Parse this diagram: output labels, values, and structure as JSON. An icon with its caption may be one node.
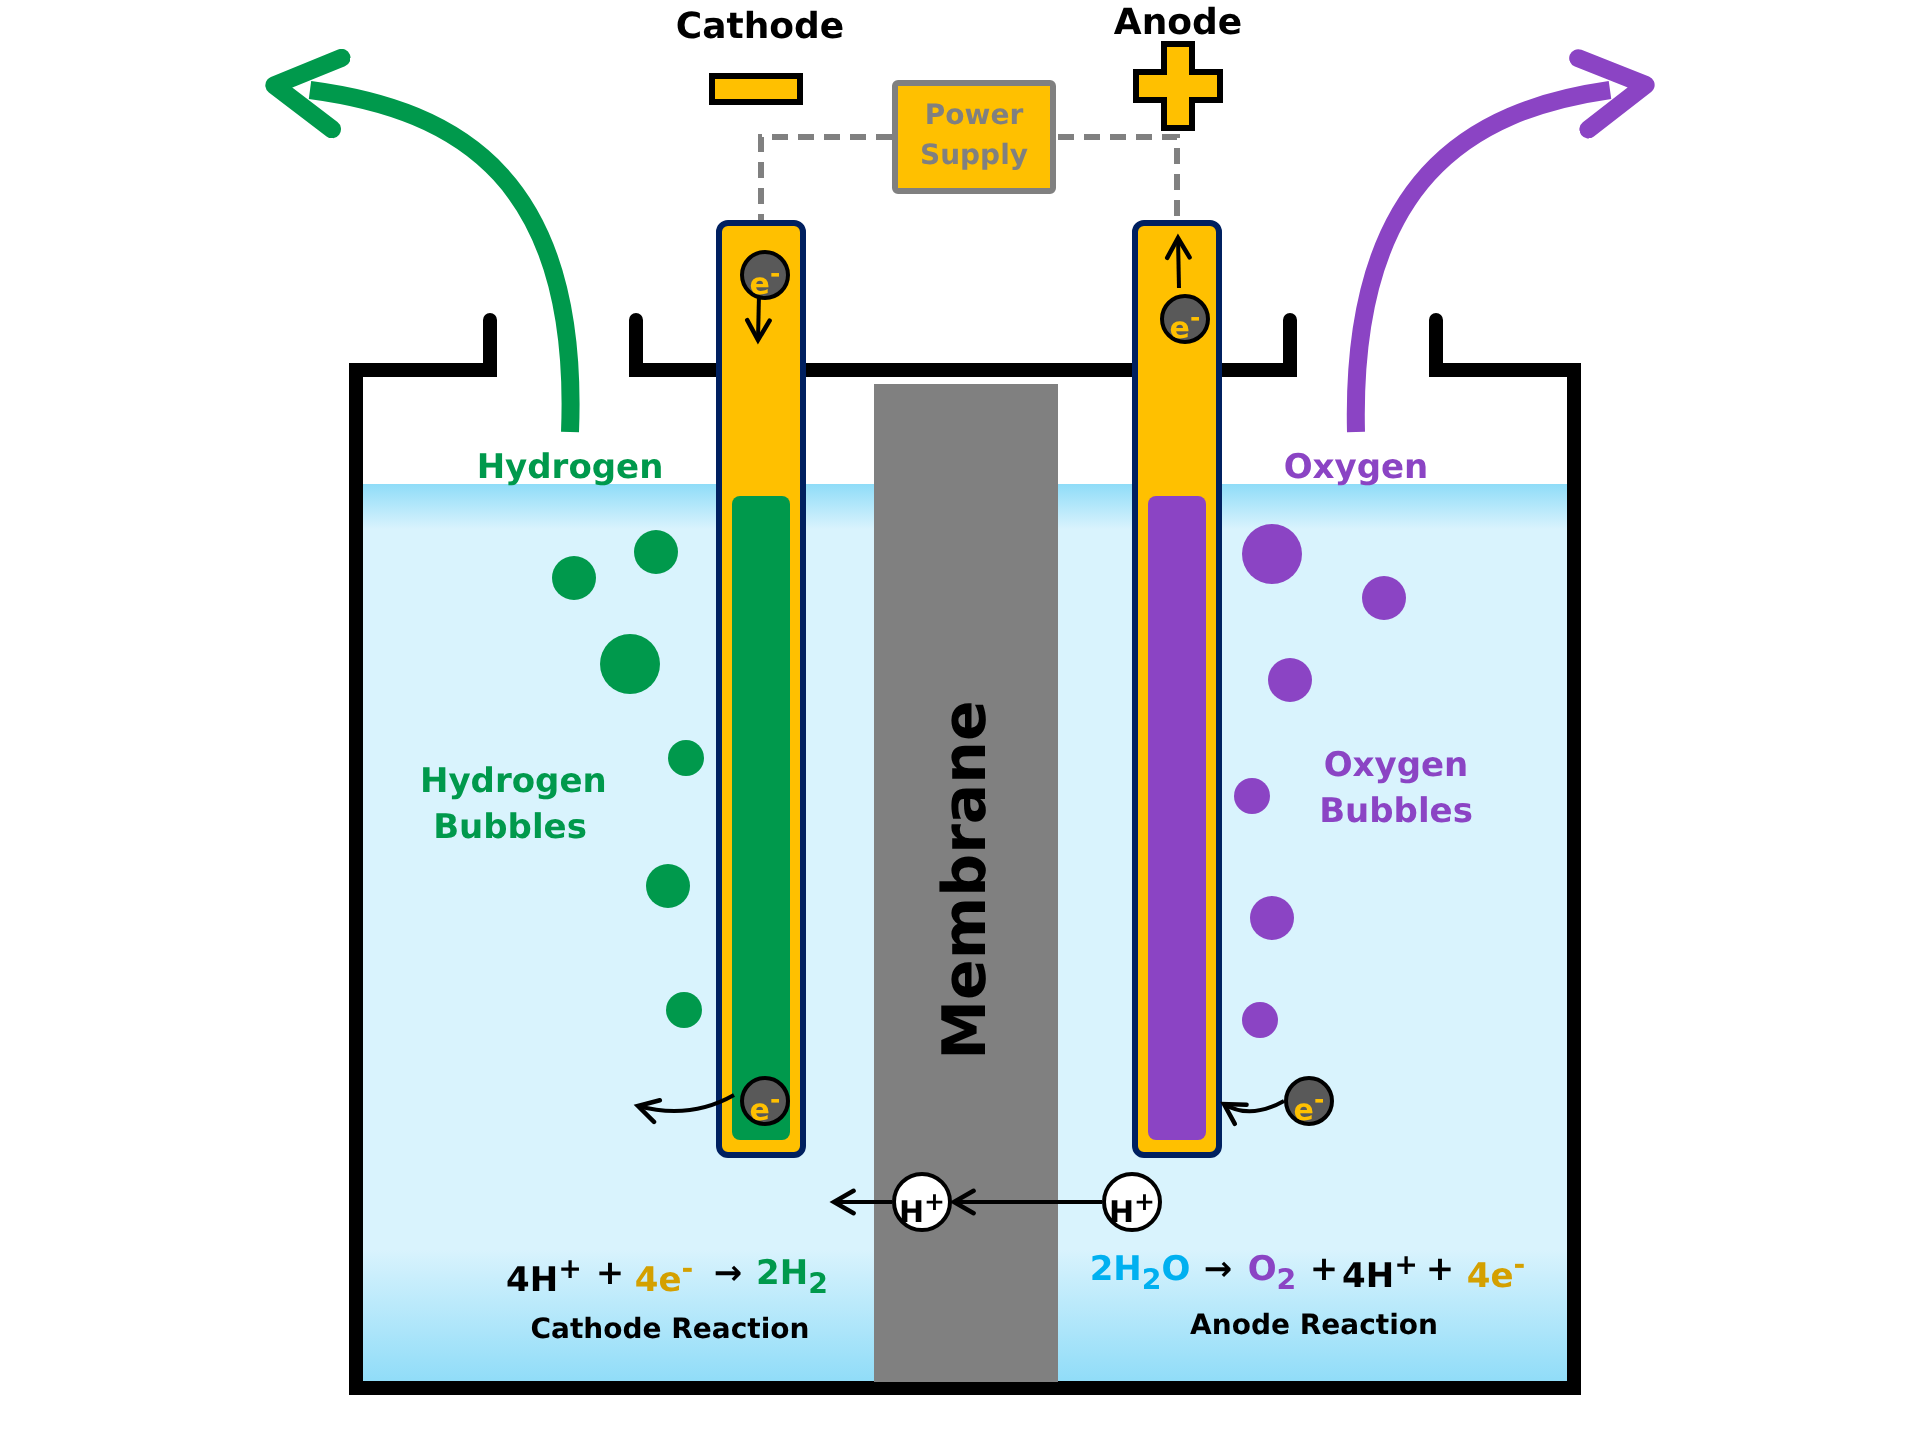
{
  "diagram": {
    "nodes": [
      {
        "text": [
          "Power Supply"
        ]
      },
      {
        "text": [],
        "shape": "bar"
      },
      {
        "text": [],
        "shape": "bar"
      },
      {
        "text": [
          "e$^{-}$"
        ],
        "in": 1
      },
      {
        "text": [
          "e$^{-}$"
        ],
        "in": 2
      },
      {
        "text": [
          "e$^{-}$"
        ],
        "in": 1
      },
      {
        "text": [
          "e$^{-}$"
        ]
      },
      {
        "text": [
          "Membrane"
        ]
      },
      {
        "text": [
          "H$^{+}$"
        ],
        "in": 7
      },
      {
        "text": [
          "H$^{+}$"
        ]
      },
      {
        "text": [
          "Hydrogen"
        ]
      },
      {
        "text": [
          "Oxygen"
        ]
      }
    ],
    "edges": [
      {
        "from": 0,
        "to": 1,
        "arrow": "none",
        "style": "dashed",
        "color": "#808080"
      },
      {
        "from": 0,
        "to": 2,
        "arrow": "none",
        "style": "dashed",
        "color": "#808080"
      },
      {
        "from": 3,
        "to": null,
        "arrow": "to"
      },
      {
        "from": 4,
        "to": null,
        "arrow": "to"
      },
      {
        "from": 5,
        "to": null,
        "arrow": "to"
      },
      {
        "from": 6,
        "to": 2,
        "arrow": "to"
      },
      {
        "from": 8,
        "to": null,
        "arrow": "to"
      },
      {
        "from": 9,
        "to": 8,
        "arrow": "to"
      },
      {
        "from": 10,
        "to": null,
        "arrow": "to",
        "style": "thick",
        "color": "#00994c"
      },
      {
        "from": 11,
        "to": null,
        "arrow": "to",
        "style": "thick",
        "color": "#8b44c4"
      }
    ],
    "labels": [
      "Cathode",
      "Anode",
      "Hydrogen Bubbles",
      "Oxygen Bubbles",
      "4H$^{+}$",
      "+",
      "4e$^{-}$",
      "→",
      "2H$_{2}$",
      "2H$_{2}$O",
      "→",
      "O$_{2}$",
      "+",
      "4H$^{+}$",
      "+",
      "4e$^{-}$",
      "Cathode Reaction",
      "Anode Reaction"
    ]
  }
}
